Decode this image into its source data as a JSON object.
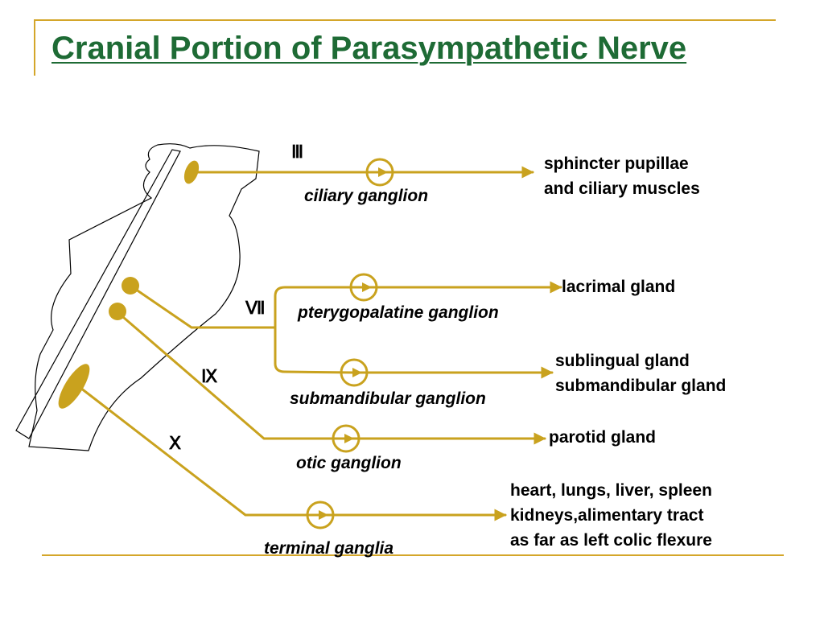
{
  "title": "Cranial Portion of Parasympathetic Nerve",
  "colors": {
    "title": "#1E6B35",
    "nerve": "#C9A21E",
    "frame": "#D4A62A",
    "outline": "#000000"
  },
  "pathways": [
    {
      "nerve": "Ⅲ",
      "ganglion": "ciliary ganglion",
      "target": [
        "sphincter pupillae",
        "and ciliary muscles"
      ]
    },
    {
      "nerve": "Ⅶ",
      "ganglion": "pterygopalatine ganglion",
      "target": [
        "lacrimal gland"
      ]
    },
    {
      "nerve": "Ⅶ",
      "ganglion": "submandibular ganglion",
      "target": [
        "sublingual gland",
        "submandibular gland"
      ]
    },
    {
      "nerve": "Ⅸ",
      "ganglion": "otic ganglion",
      "target": [
        "parotid gland"
      ]
    },
    {
      "nerve": "Ⅹ",
      "ganglion": "terminal ganglia",
      "target": [
        "heart, lungs, liver, spleen",
        "kidneys,alimentary tract",
        "as far as left colic flexure"
      ]
    }
  ]
}
